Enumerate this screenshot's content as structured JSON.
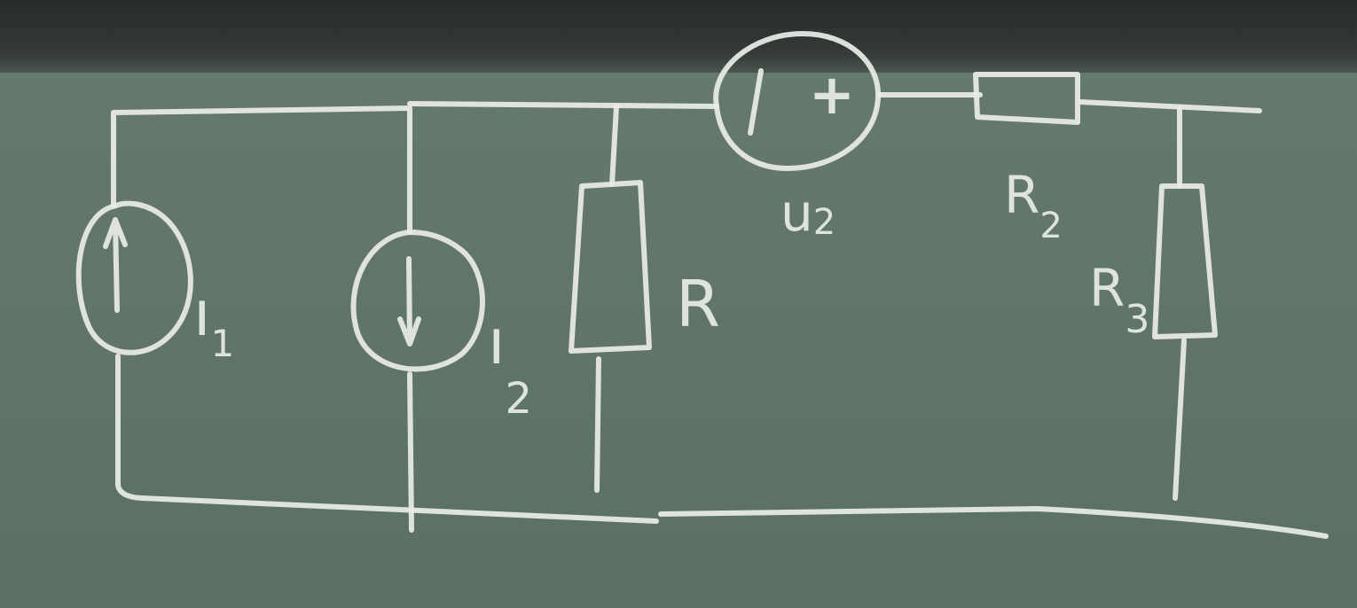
{
  "diagram": {
    "labels": {
      "i1_main": "ı",
      "i1_sub": "1",
      "i2_main": "ı",
      "i2_sub": "2",
      "r": "R",
      "u2_main": "u",
      "u2_sub": "2",
      "r2_main": "R",
      "r2_sub": "2",
      "r3_main": "R",
      "r3_sub": "3"
    },
    "source_symbols": {
      "voltage_plus": "+"
    }
  }
}
